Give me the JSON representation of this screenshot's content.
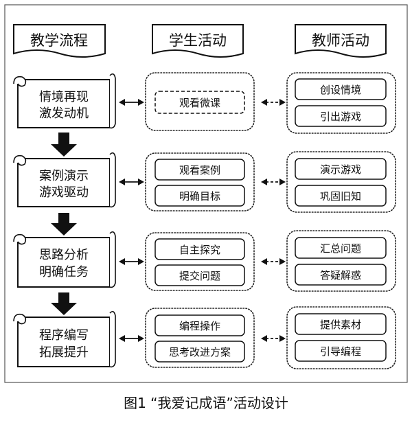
{
  "headers": {
    "flow": "教学流程",
    "student": "学生活动",
    "teacher": "教师活动"
  },
  "stages": [
    {
      "flow_line1": "情境再现",
      "flow_line2": "激发动机",
      "student": [
        "观看微课"
      ],
      "teacher": [
        "创设情境",
        "引出游戏"
      ]
    },
    {
      "flow_line1": "案例演示",
      "flow_line2": "游戏驱动",
      "student": [
        "观看案例",
        "明确目标"
      ],
      "teacher": [
        "演示游戏",
        "巩固旧知"
      ]
    },
    {
      "flow_line1": "思路分析",
      "flow_line2": "明确任务",
      "student": [
        "自主探究",
        "提交问题"
      ],
      "teacher": [
        "汇总问题",
        "答疑解惑"
      ]
    },
    {
      "flow_line1": "程序编写",
      "flow_line2": "拓展提升",
      "student": [
        "编程操作",
        "思考改进方案"
      ],
      "teacher": [
        "提供素材",
        "引导编程"
      ]
    }
  ],
  "caption": "图1 “我爱记成语”活动设计"
}
